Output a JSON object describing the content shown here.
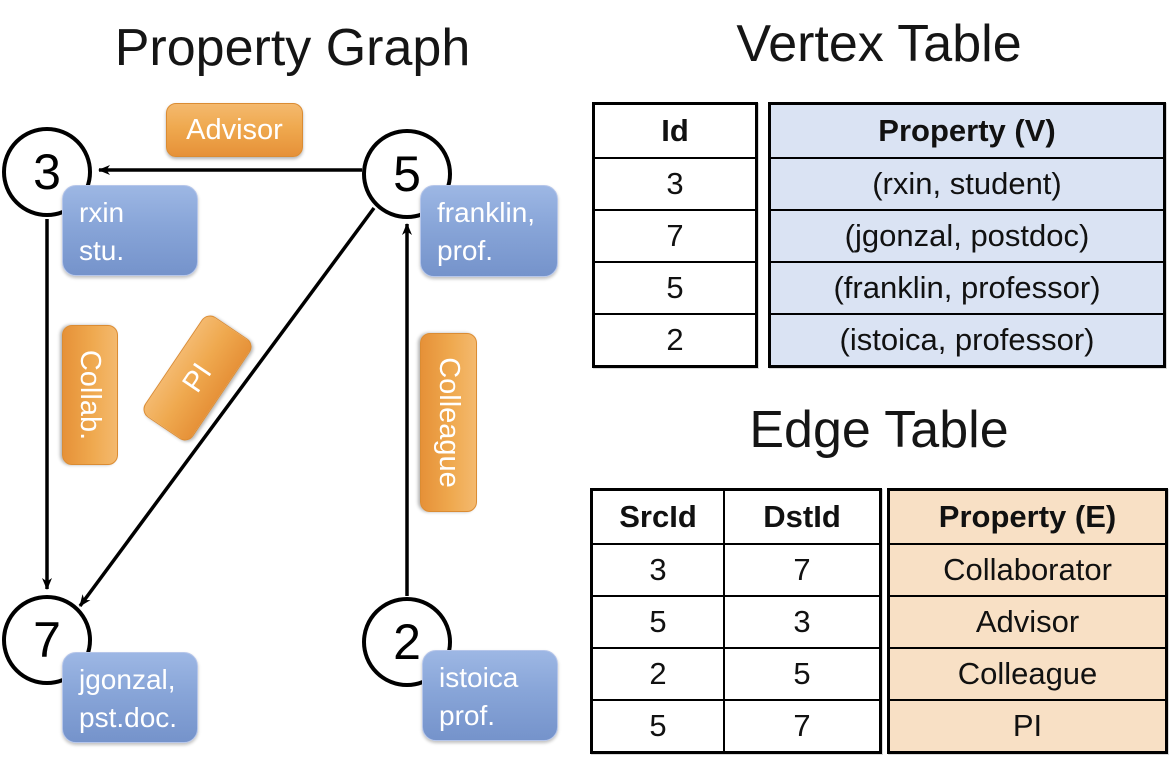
{
  "graph": {
    "title": "Property Graph",
    "nodes": [
      {
        "id": "3",
        "line1": "rxin",
        "line2": "stu."
      },
      {
        "id": "5",
        "line1": "franklin,",
        "line2": "prof."
      },
      {
        "id": "7",
        "line1": "jgonzal,",
        "line2": "pst.doc."
      },
      {
        "id": "2",
        "line1": "istoica",
        "line2": "prof."
      }
    ],
    "edge_labels": {
      "advisor": "Advisor",
      "collab": "Collab.",
      "pi": "PI",
      "colleague": "Colleague"
    },
    "edges": [
      {
        "from": "5",
        "to": "3",
        "label": "Advisor"
      },
      {
        "from": "3",
        "to": "7",
        "label": "Collab."
      },
      {
        "from": "5",
        "to": "7",
        "label": "PI"
      },
      {
        "from": "2",
        "to": "5",
        "label": "Colleague"
      }
    ]
  },
  "vertex_table": {
    "title": "Vertex Table",
    "columns": [
      "Id",
      "Property (V)"
    ],
    "rows": [
      [
        "3",
        "(rxin, student)"
      ],
      [
        "7",
        "(jgonzal, postdoc)"
      ],
      [
        "5",
        "(franklin, professor)"
      ],
      [
        "2",
        "(istoica, professor)"
      ]
    ]
  },
  "edge_table": {
    "title": "Edge Table",
    "columns": [
      "SrcId",
      "DstId",
      "Property (E)"
    ],
    "rows": [
      [
        "3",
        "7",
        "Collaborator"
      ],
      [
        "5",
        "3",
        "Advisor"
      ],
      [
        "2",
        "5",
        "Colleague"
      ],
      [
        "5",
        "7",
        "PI"
      ]
    ]
  },
  "colors": {
    "edge_label_orange": "#ef9f43",
    "vertex_box_blue": "#85a3d6",
    "vertex_table_fill": "#dae3f3",
    "edge_table_fill": "#f8e0c5",
    "line_black": "#000000",
    "background": "#ffffff"
  }
}
